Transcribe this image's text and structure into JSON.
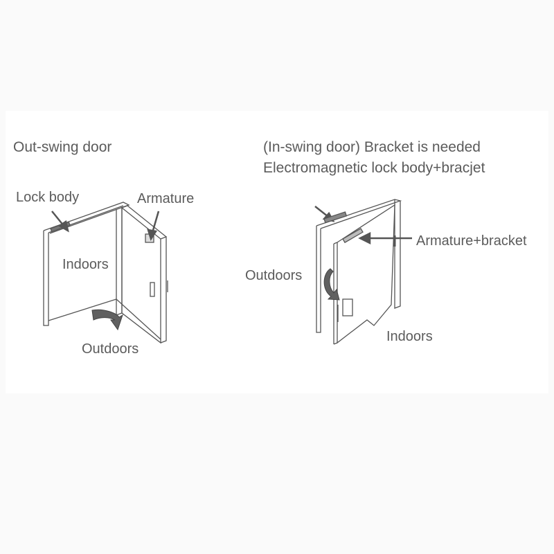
{
  "left_diagram": {
    "title": "Out-swing door",
    "labels": {
      "lock_body": "Lock body",
      "armature": "Armature",
      "indoors": "Indoors",
      "outdoors": "Outdoors"
    }
  },
  "right_diagram": {
    "title_line1": "(In-swing door) Bracket is needed",
    "title_line2": "Electromagnetic lock body+bracjet",
    "labels": {
      "armature_bracket": "Armature+bracket",
      "outdoors": "Outdoors",
      "indoors": "Indoors"
    }
  },
  "colors": {
    "page_bg": "#fafafa",
    "panel_bg": "#ffffff",
    "text": "#5b5b5b",
    "line": "#555555",
    "arrow_fill": "#606060"
  }
}
